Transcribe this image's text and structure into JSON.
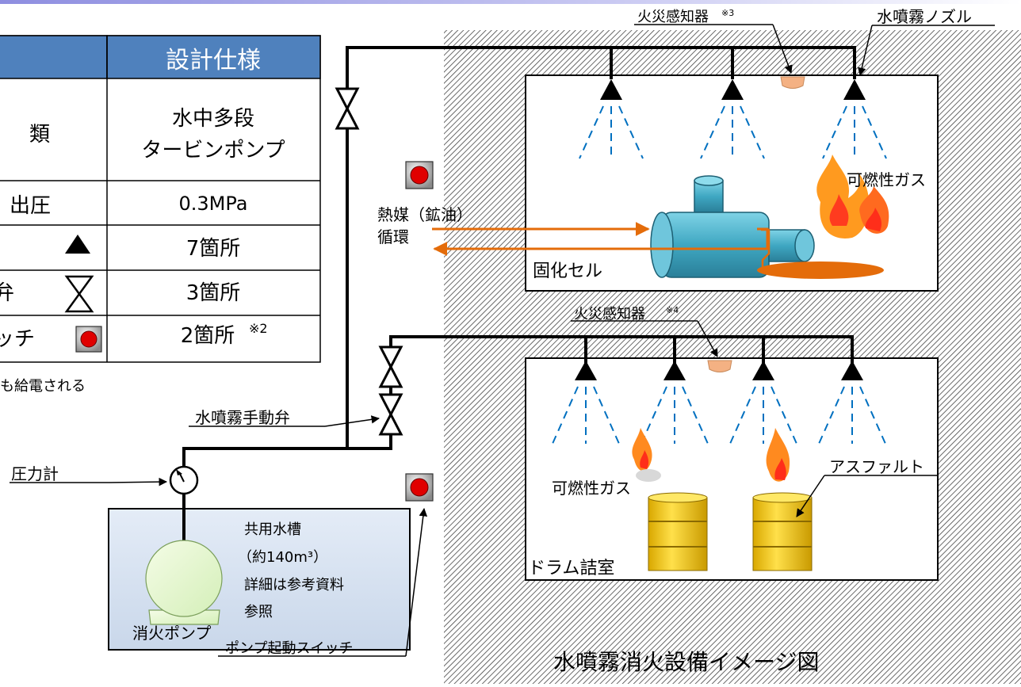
{
  "spec_table": {
    "header": "設計仕様",
    "rows": [
      {
        "label": "類",
        "value_line1": "水中多段",
        "value_line2": "タービンポンプ"
      },
      {
        "label": "出圧",
        "value": "0.3MPa"
      },
      {
        "label": "",
        "value": "7箇所"
      },
      {
        "label": "弁",
        "value": "3箇所"
      },
      {
        "label": "ッチ",
        "value": "2箇所",
        "note": "※2"
      }
    ],
    "footnote": "も給電される"
  },
  "labels": {
    "fire_detector_1": "火災感知器",
    "fire_detector_1_note": "※3",
    "fire_detector_2": "火災感知器",
    "fire_detector_2_note": "※4",
    "spray_nozzle": "水噴霧ノズル",
    "combustible_gas_1": "可燃性ガス",
    "combustible_gas_2": "可燃性ガス",
    "heat_medium_line1": "熱媒（鉱油）",
    "heat_medium_line2": "循環",
    "solidification_cell": "固化セル",
    "manual_valve": "水噴霧手動弁",
    "pressure_gauge": "圧力計",
    "tank_line1": "共用水槽",
    "tank_line2": "（約140m³）",
    "tank_line3": "詳細は参考資料",
    "tank_line4": "参照",
    "fire_pump": "消火ポンプ",
    "asphalt": "アスファルト",
    "drum_room": "ドラム詰室",
    "pump_start_switch": "ポンプ起動スイッチ",
    "figure_title": "水噴霧消火設備イメージ図"
  },
  "colors": {
    "table_header": "#4F81BD",
    "tank_fill": "#DCE6F2",
    "pump_fill": "#E8F8D0",
    "equipment": "#4BACC6",
    "heat_arrow": "#E46C0A",
    "spray_line": "#0070C0",
    "drum": "#F2C60A",
    "detector": "#F4B183",
    "switch_red": "#E00000"
  }
}
